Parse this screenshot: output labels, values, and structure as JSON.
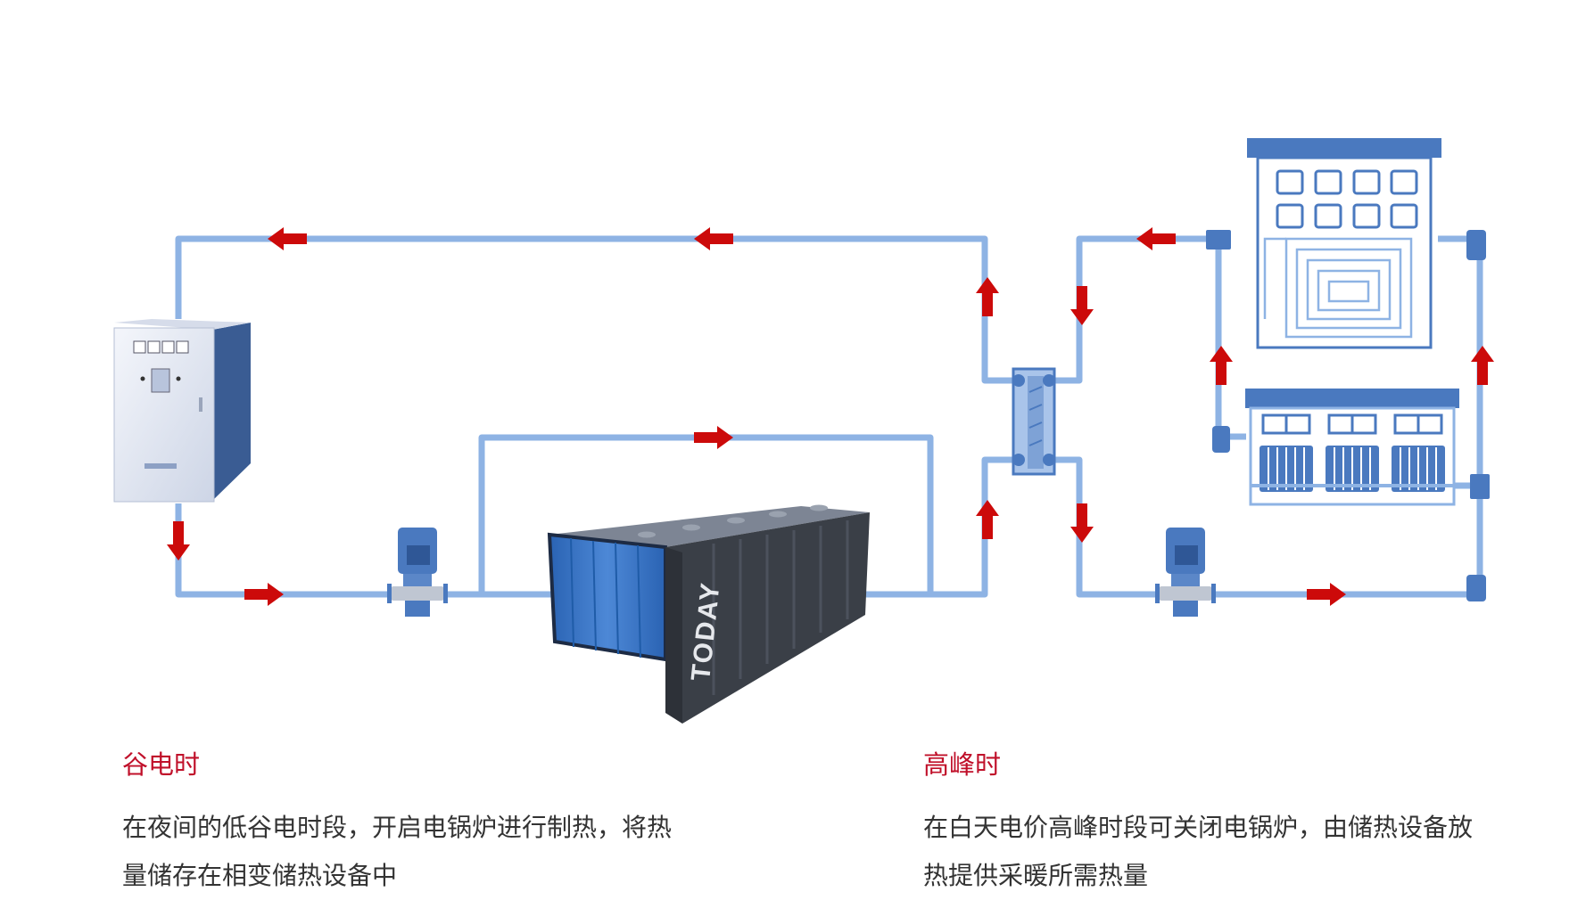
{
  "container": {
    "brand": "TODAY"
  },
  "captions": {
    "valley": {
      "title": "谷电时",
      "line1": "在夜间的低谷电时段，开启电锅炉进行制热，将热",
      "line2": "量储存在相变储热设备中"
    },
    "peak": {
      "title": "高峰时",
      "line1": "在白天电价高峰时段可关闭电锅炉，由储热设备放",
      "line2": "热提供采暖所需热量"
    }
  },
  "colors": {
    "pipe": "#8eb3e4",
    "arrow": "#cc0a0a",
    "caption_title": "#c0102a",
    "text": "#333333",
    "container_blue": "#2f6fbf",
    "equipment": "#4a79bf"
  },
  "icons": [
    "electric-boiler-icon",
    "pump-icon",
    "phase-change-storage-container-icon",
    "plate-heat-exchanger-icon",
    "building-floor-heating-icon",
    "radiator-heating-icon",
    "flow-arrow-icon"
  ]
}
